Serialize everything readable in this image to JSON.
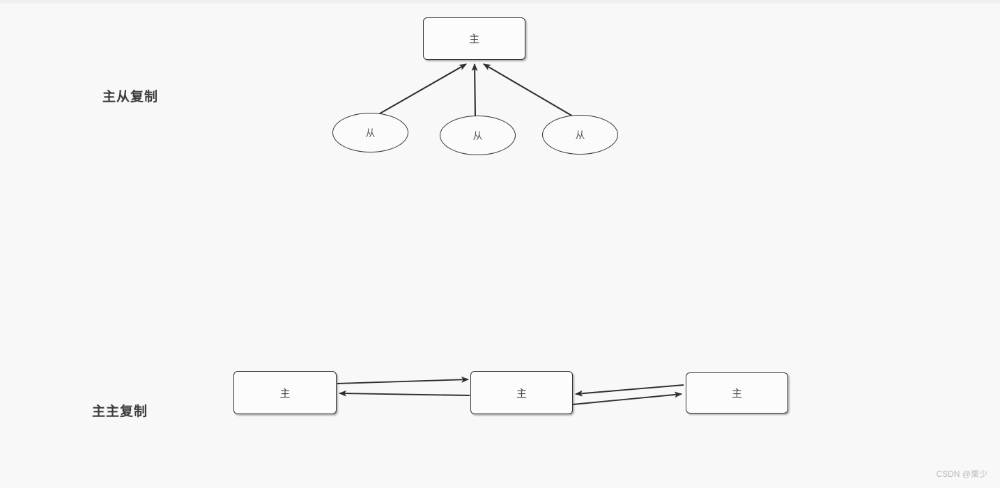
{
  "canvas": {
    "background_color": "#f8f8f8",
    "stroke_color": "#333333",
    "label_color": "#3c3c3c",
    "node_fill": "#fcfcfc"
  },
  "sections": [
    {
      "id": "master-slave",
      "label": "主从复制",
      "master": {
        "label": "主",
        "shape": "rounded-rect"
      },
      "slaves": [
        {
          "label": "从",
          "shape": "ellipse"
        },
        {
          "label": "从",
          "shape": "ellipse"
        },
        {
          "label": "从",
          "shape": "ellipse"
        }
      ],
      "edge_direction": "slave-to-master"
    },
    {
      "id": "master-master",
      "label": "主主复制",
      "nodes": [
        {
          "label": "主",
          "shape": "rounded-rect"
        },
        {
          "label": "主",
          "shape": "rounded-rect"
        },
        {
          "label": "主",
          "shape": "rounded-rect"
        }
      ],
      "edge_direction": "bidirectional"
    }
  ],
  "watermark": {
    "text": "CSDN @栗少"
  }
}
